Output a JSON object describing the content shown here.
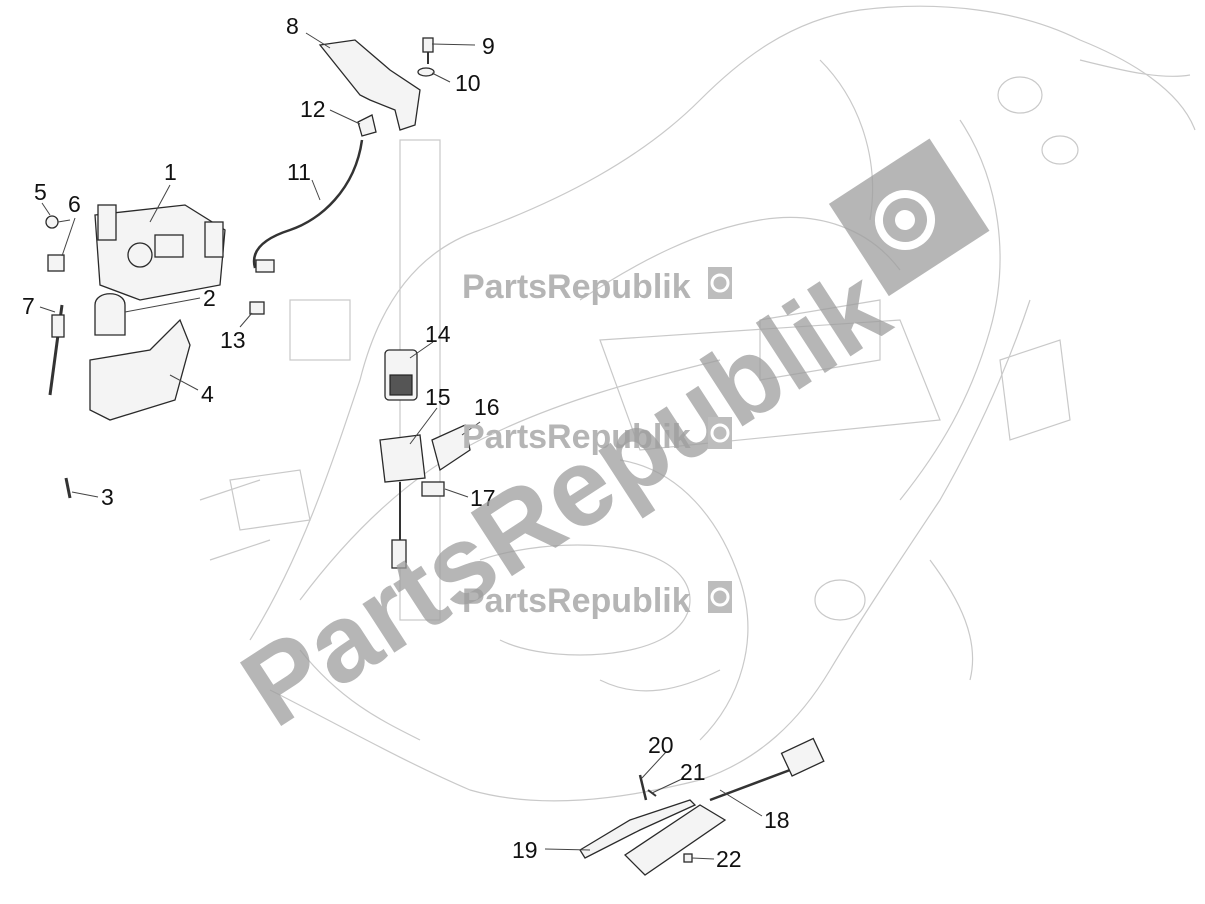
{
  "watermark": {
    "brand": "PartsRepublik",
    "color": "#9e9e9e"
  },
  "callouts": [
    {
      "label": "1"
    },
    {
      "label": "2"
    },
    {
      "label": "3"
    },
    {
      "label": "4"
    },
    {
      "label": "5"
    },
    {
      "label": "6"
    },
    {
      "label": "7"
    },
    {
      "label": "8"
    },
    {
      "label": "9"
    },
    {
      "label": "10"
    },
    {
      "label": "11"
    },
    {
      "label": "12"
    },
    {
      "label": "13"
    },
    {
      "label": "14"
    },
    {
      "label": "15"
    },
    {
      "label": "16"
    },
    {
      "label": "17"
    },
    {
      "label": "18"
    },
    {
      "label": "19"
    },
    {
      "label": "20"
    },
    {
      "label": "21"
    },
    {
      "label": "22"
    }
  ]
}
